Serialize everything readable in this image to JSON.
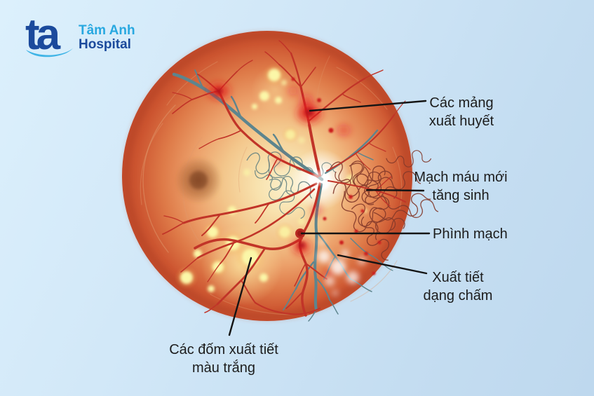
{
  "logo": {
    "mark": "ta",
    "name_line": "Tâm Anh",
    "sub_line": "Hospital",
    "mark_color": "#1b4a9c",
    "swoosh_color": "#3fb4e6",
    "name_color": "#28a8e0",
    "sub_color": "#1b4a9c"
  },
  "labels": [
    {
      "lines": [
        "Các mảng",
        "xuất huyết"
      ]
    },
    {
      "lines": [
        "Mạch máu mới",
        "tăng sinh"
      ]
    },
    {
      "lines": [
        "Phình mạch"
      ]
    },
    {
      "lines": [
        "Xuất tiết",
        "dạng chấm"
      ]
    },
    {
      "lines": [
        "Các đốm xuất tiết",
        "màu trắng"
      ]
    }
  ],
  "colors": {
    "background_top": "#dcf0fc",
    "background_bottom": "#bed8ee",
    "label_text": "#1c1c1c",
    "callout_line": "#141414",
    "eye_rim": "#c04628",
    "eye_center": "#fbf0cb",
    "artery": "#c13428",
    "vein": "#5d858e",
    "hemorrhage": "#e2191d",
    "exudate_yellow": "#fbf7a8",
    "exudate_white": "#ffffff",
    "macula": "#8a4a22",
    "neovessel": "#83392a"
  }
}
